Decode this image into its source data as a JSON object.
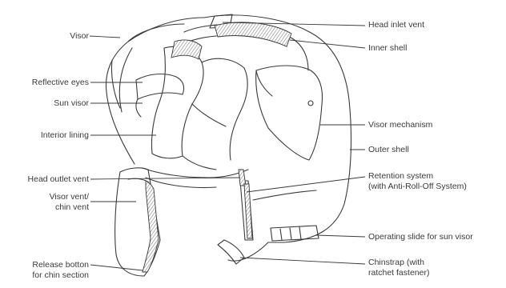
{
  "colors": {
    "line": "#3a3a3a",
    "hatch": "#9a9a9a",
    "text": "#3a3a3a",
    "background": "#ffffff"
  },
  "labels": {
    "visor": "Visor",
    "reflective_eyes": "Reflective eyes",
    "sun_visor": "Sun visor",
    "interior_lining": "Interior lining",
    "head_outlet_vent": "Head outlet vent",
    "visor_vent_line1": "Visor vent/",
    "visor_vent_line2": "chin vent",
    "release_button_line1": "Release botton",
    "release_button_line2": "for chin section",
    "head_inlet_vent": "Head inlet vent",
    "inner_shell": "Inner shell",
    "visor_mechanism": "Visor mechanism",
    "outer_shell": "Outer shell",
    "retention_line1": "Retention system",
    "retention_line2": "(with Anti-Roll-Off System)",
    "operating_slide": "Operating slide for sun visor",
    "chinstrap_line1": "Chinstrap (with",
    "chinstrap_line2": "ratchet fastener)"
  }
}
